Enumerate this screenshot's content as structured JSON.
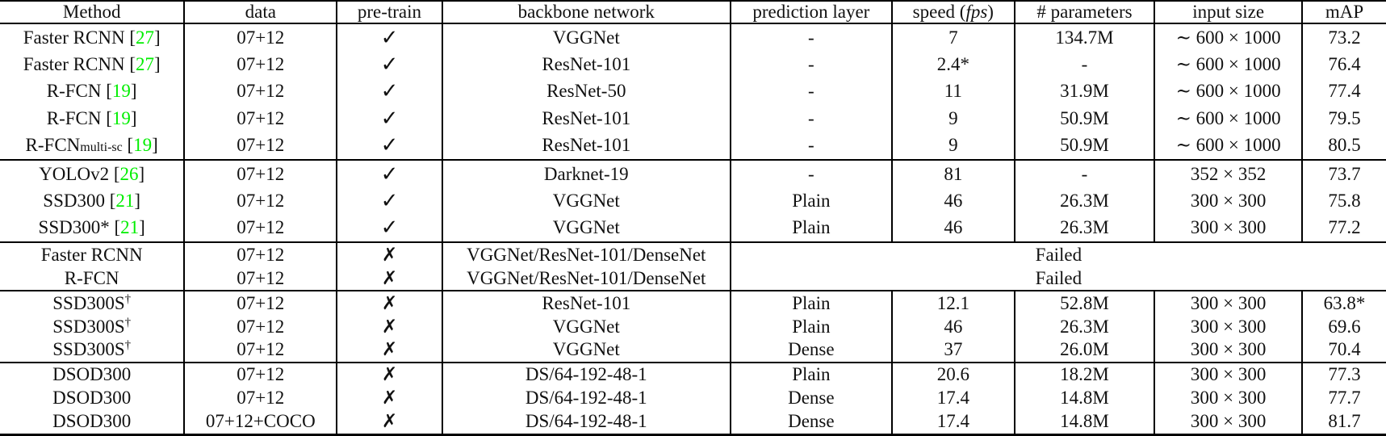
{
  "colors": {
    "citation_green": "#00EE00",
    "text": "#111111",
    "rule": "#000000",
    "background": "#ffffff"
  },
  "icons": {
    "check_mark": "✓",
    "cross_mark": "✗"
  },
  "table": {
    "columns": [
      {
        "key": "method",
        "width": "13.30%",
        "label": "Method"
      },
      {
        "key": "data",
        "width": "11.00%",
        "label": "data"
      },
      {
        "key": "pretrain",
        "width": "7.60%",
        "label": "pre-train"
      },
      {
        "key": "backbone",
        "width": "20.80%",
        "label": "backbone network"
      },
      {
        "key": "pred",
        "width": "11.65%",
        "label": "prediction layer"
      },
      {
        "key": "speed",
        "width": "8.85%",
        "label_parts": [
          {
            "t": "speed ("
          },
          {
            "t": "fps",
            "s": "i"
          },
          {
            "t": ")"
          }
        ]
      },
      {
        "key": "params",
        "width": "10.10%",
        "label": "# parameters"
      },
      {
        "key": "input",
        "width": "10.65%",
        "label": "input size"
      },
      {
        "key": "map",
        "width": "6.05%",
        "label": "mAP"
      }
    ],
    "rows": [
      {
        "section_start": false,
        "cells": [
          {
            "parts": [
              {
                "t": "Faster RCNN ["
              },
              {
                "t": "27",
                "s": "cite"
              },
              {
                "t": "]"
              }
            ]
          },
          "07+12",
          {
            "text": "✓",
            "s": "check"
          },
          "VGGNet",
          "-",
          "7",
          "134.7M",
          "∼ 600 × 1000",
          "73.2"
        ]
      },
      {
        "section_start": false,
        "cells": [
          {
            "parts": [
              {
                "t": "Faster RCNN ["
              },
              {
                "t": "27",
                "s": "cite"
              },
              {
                "t": "]"
              }
            ]
          },
          "07+12",
          {
            "text": "✓",
            "s": "check"
          },
          "ResNet-101",
          "-",
          "2.4*",
          "-",
          "∼ 600 × 1000",
          "76.4"
        ]
      },
      {
        "section_start": false,
        "cells": [
          {
            "parts": [
              {
                "t": "R-FCN ["
              },
              {
                "t": "19",
                "s": "cite"
              },
              {
                "t": "]"
              }
            ]
          },
          "07+12",
          {
            "text": "✓",
            "s": "check"
          },
          "ResNet-50",
          "-",
          "11",
          "31.9M",
          "∼ 600 × 1000",
          "77.4"
        ]
      },
      {
        "section_start": false,
        "cells": [
          {
            "parts": [
              {
                "t": "R-FCN ["
              },
              {
                "t": "19",
                "s": "cite"
              },
              {
                "t": "]"
              }
            ]
          },
          "07+12",
          {
            "text": "✓",
            "s": "check"
          },
          "ResNet-101",
          "-",
          "9",
          "50.9M",
          "∼ 600 × 1000",
          "79.5"
        ]
      },
      {
        "section_start": false,
        "cells": [
          {
            "parts": [
              {
                "t": "R-FCN"
              },
              {
                "t": "multi-sc",
                "s": "sub"
              },
              {
                "t": " ["
              },
              {
                "t": "19",
                "s": "cite"
              },
              {
                "t": "]"
              }
            ]
          },
          "07+12",
          {
            "text": "✓",
            "s": "check"
          },
          "ResNet-101",
          "-",
          "9",
          "50.9M",
          "∼ 600 × 1000",
          "80.5"
        ]
      },
      {
        "section_start": true,
        "cells": [
          {
            "parts": [
              {
                "t": "YOLOv2 ["
              },
              {
                "t": "26",
                "s": "cite"
              },
              {
                "t": "]"
              }
            ]
          },
          "07+12",
          {
            "text": "✓",
            "s": "check"
          },
          "Darknet-19",
          "-",
          "81",
          "-",
          "352 × 352",
          "73.7"
        ]
      },
      {
        "section_start": false,
        "cells": [
          {
            "parts": [
              {
                "t": "SSD300 ["
              },
              {
                "t": "21",
                "s": "cite"
              },
              {
                "t": "]"
              }
            ]
          },
          "07+12",
          {
            "text": "✓",
            "s": "check"
          },
          "VGGNet",
          "Plain",
          "46",
          "26.3M",
          "300 × 300",
          "75.8"
        ]
      },
      {
        "section_start": false,
        "cells": [
          {
            "parts": [
              {
                "t": "SSD300* ["
              },
              {
                "t": "21",
                "s": "cite"
              },
              {
                "t": "]"
              }
            ]
          },
          "07+12",
          {
            "text": "✓",
            "s": "check"
          },
          "VGGNet",
          "Plain",
          "46",
          "26.3M",
          "300 × 300",
          "77.2"
        ]
      },
      {
        "section_start": true,
        "cells": [
          "Faster RCNN",
          "07+12",
          {
            "text": "✗",
            "s": "cross"
          },
          "VGGNet/ResNet-101/DenseNet",
          {
            "text": "Failed",
            "colspan": 5
          }
        ]
      },
      {
        "section_start": false,
        "cells": [
          "R-FCN",
          "07+12",
          {
            "text": "✗",
            "s": "cross"
          },
          "VGGNet/ResNet-101/DenseNet",
          {
            "text": "Failed",
            "colspan": 5
          }
        ]
      },
      {
        "section_start": true,
        "cells": [
          {
            "parts": [
              {
                "t": "SSD300S"
              },
              {
                "t": "†",
                "s": "sup"
              }
            ]
          },
          "07+12",
          {
            "text": "✗",
            "s": "cross"
          },
          "ResNet-101",
          "Plain",
          "12.1",
          "52.8M",
          "300 × 300",
          "63.8*"
        ]
      },
      {
        "section_start": false,
        "cells": [
          {
            "parts": [
              {
                "t": "SSD300S"
              },
              {
                "t": "†",
                "s": "sup"
              }
            ]
          },
          "07+12",
          {
            "text": "✗",
            "s": "cross"
          },
          "VGGNet",
          "Plain",
          "46",
          "26.3M",
          "300 × 300",
          "69.6"
        ]
      },
      {
        "section_start": false,
        "cells": [
          {
            "parts": [
              {
                "t": "SSD300S"
              },
              {
                "t": "†",
                "s": "sup"
              }
            ]
          },
          "07+12",
          {
            "text": "✗",
            "s": "cross"
          },
          "VGGNet",
          "Dense",
          "37",
          "26.0M",
          "300 × 300",
          "70.4"
        ]
      },
      {
        "section_start": true,
        "cells": [
          "DSOD300",
          "07+12",
          {
            "text": "✗",
            "s": "cross"
          },
          "DS/64-192-48-1",
          "Plain",
          "20.6",
          "18.2M",
          "300 × 300",
          "77.3"
        ]
      },
      {
        "section_start": false,
        "cells": [
          "DSOD300",
          "07+12",
          {
            "text": "✗",
            "s": "cross"
          },
          "DS/64-192-48-1",
          "Dense",
          "17.4",
          "14.8M",
          "300 × 300",
          "77.7"
        ]
      },
      {
        "section_start": false,
        "cells": [
          "DSOD300",
          "07+12+COCO",
          {
            "text": "✗",
            "s": "cross"
          },
          "DS/64-192-48-1",
          "Dense",
          "17.4",
          "14.8M",
          "300 × 300",
          "81.7"
        ]
      }
    ]
  }
}
